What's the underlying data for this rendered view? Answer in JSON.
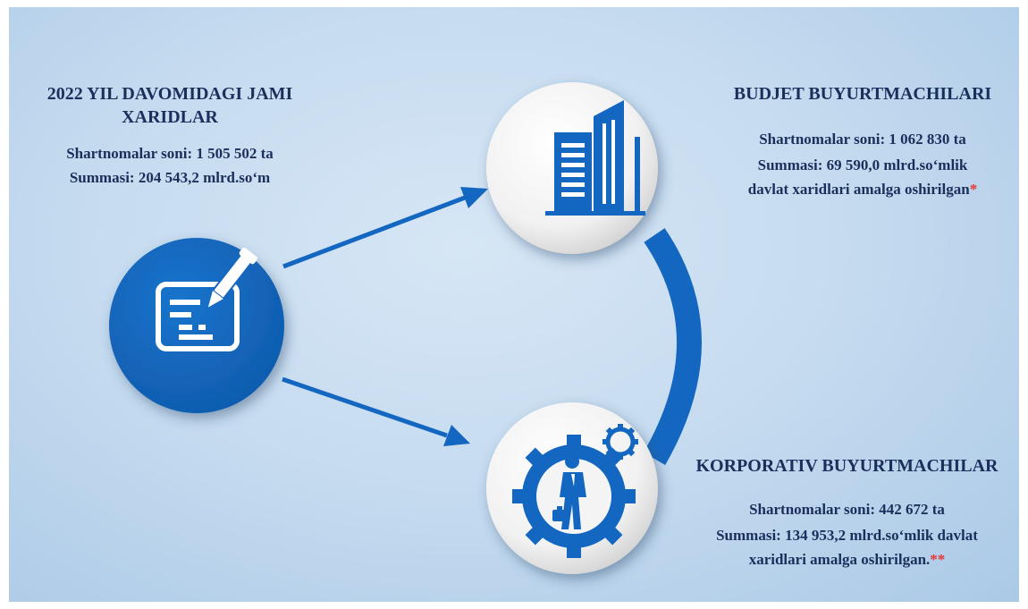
{
  "summary": {
    "title_line1": "2022 YIL DAVOMIDAGI JAMI",
    "title_line2": "XARIDLAR",
    "contracts": "Shartnomalar soni: 1 505 502 ta",
    "amount": "Summasi: 204 543,2 mlrd.so‘m"
  },
  "budget": {
    "title": "BUDJET BUYURTMACHILARI",
    "contracts": "Shartnomalar soni: 1 062 830 ta",
    "amount": "Summasi: 69 590,0 mlrd.so‘mlik",
    "note": "davlat xaridlari amalga oshirilgan",
    "mark": "*"
  },
  "corporate": {
    "title": "KORPORATIV BUYURTMACHILAR",
    "contracts": "Shartnomalar soni: 442 672 ta",
    "amount": "Summasi: 134 953,2 mlrd.so‘mlik davlat",
    "note": "xaridlari amalga oshirilgan.",
    "mark": "**"
  },
  "icons": {
    "center": "document-pen-icon",
    "budget": "office-building-icon",
    "corporate": "gear-businessman-icon"
  },
  "colors": {
    "accent": "#1467c0",
    "text": "#1b2f5c",
    "star": "#e53935"
  }
}
